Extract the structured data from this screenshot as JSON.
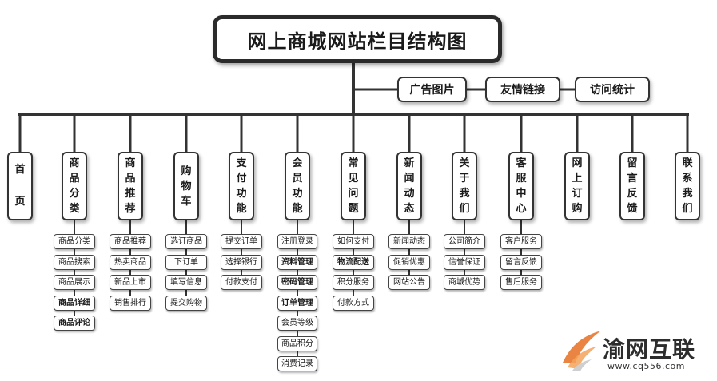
{
  "title": "网上商城网站栏目结构图",
  "side_items": [
    "广告图片",
    "友情链接",
    "访问统计"
  ],
  "sections": [
    {
      "name": "首页",
      "display": "首 页",
      "items": []
    },
    {
      "name": "商品分类",
      "items": [
        {
          "text": "商品分类"
        },
        {
          "text": "商品搜索"
        },
        {
          "text": "商品展示"
        },
        {
          "text": "商品详细",
          "bold": true
        },
        {
          "text": "商品评论",
          "bold": true
        }
      ]
    },
    {
      "name": "商品推荐",
      "items": [
        {
          "text": "商品推荐"
        },
        {
          "text": "热卖商品"
        },
        {
          "text": "新品上市"
        },
        {
          "text": "销售排行"
        }
      ]
    },
    {
      "name": "购物车",
      "items": [
        {
          "text": "选订商品"
        },
        {
          "text": "下订单"
        },
        {
          "text": "填写信息"
        },
        {
          "text": "提交购物"
        }
      ]
    },
    {
      "name": "支付功能",
      "items": [
        {
          "text": "提交订单"
        },
        {
          "text": "选择银行"
        },
        {
          "text": "付款支付"
        }
      ]
    },
    {
      "name": "会员功能",
      "items": [
        {
          "text": "注册登录"
        },
        {
          "text": "资料管理",
          "bold": true
        },
        {
          "text": "密码管理",
          "bold": true
        },
        {
          "text": "订单管理",
          "bold": true
        },
        {
          "text": "会员等级"
        },
        {
          "text": "商品积分"
        },
        {
          "text": "消费记录"
        }
      ]
    },
    {
      "name": "常见问题",
      "items": [
        {
          "text": "如何支付"
        },
        {
          "text": "物流配送",
          "bold": true
        },
        {
          "text": "积分服务"
        },
        {
          "text": "付款方式"
        }
      ]
    },
    {
      "name": "新闻动态",
      "items": [
        {
          "text": "新闻动态"
        },
        {
          "text": "促销优惠"
        },
        {
          "text": "网站公告"
        }
      ]
    },
    {
      "name": "关于我们",
      "items": [
        {
          "text": "公司简介"
        },
        {
          "text": "信誉保证"
        },
        {
          "text": "商城优势"
        }
      ]
    },
    {
      "name": "客服中心",
      "items": [
        {
          "text": "客户服务"
        },
        {
          "text": "留言反馈"
        },
        {
          "text": "售后服务"
        }
      ]
    },
    {
      "name": "网上订购",
      "items": []
    },
    {
      "name": "留言反馈",
      "items": []
    },
    {
      "name": "联系我们",
      "items": []
    }
  ],
  "watermark": {
    "name": "渝网互联",
    "url": "www.cq556.com",
    "accent": "#e8772e"
  }
}
